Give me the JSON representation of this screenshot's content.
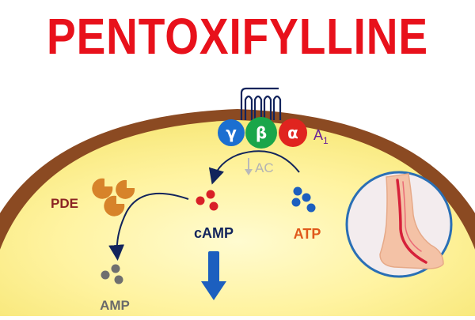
{
  "title": "PENTOXIFYLLINE",
  "receptor": {
    "subunits": [
      {
        "label": "γ",
        "color": "#1b6fd1"
      },
      {
        "label": "β",
        "color": "#1aa64a"
      },
      {
        "label": "α",
        "color": "#e0241f"
      }
    ],
    "name": "A",
    "name_subscript": "1"
  },
  "enzyme_label": "AC",
  "labels": {
    "pde": "PDE",
    "camp": "cAMP",
    "atp": "ATP",
    "amp": "AMP"
  },
  "colors": {
    "title": "#e8111b",
    "membrane": "#8b4a22",
    "cytoplasm": "#fff5a8",
    "pde": "#d7832a",
    "camp": "#d91f27",
    "atp": "#1c5fbf",
    "amp": "#6f6f6f",
    "receptor_label": "#6a1f99",
    "down_arrow": "#1c5fbf",
    "inset_border": "#2a6fb5",
    "leg_vessel": "#d6213a"
  },
  "icons": [
    "gpcr-receptor-icon",
    "pde-enzyme-icon",
    "leg-vessel-icon",
    "down-arrow-icon"
  ]
}
